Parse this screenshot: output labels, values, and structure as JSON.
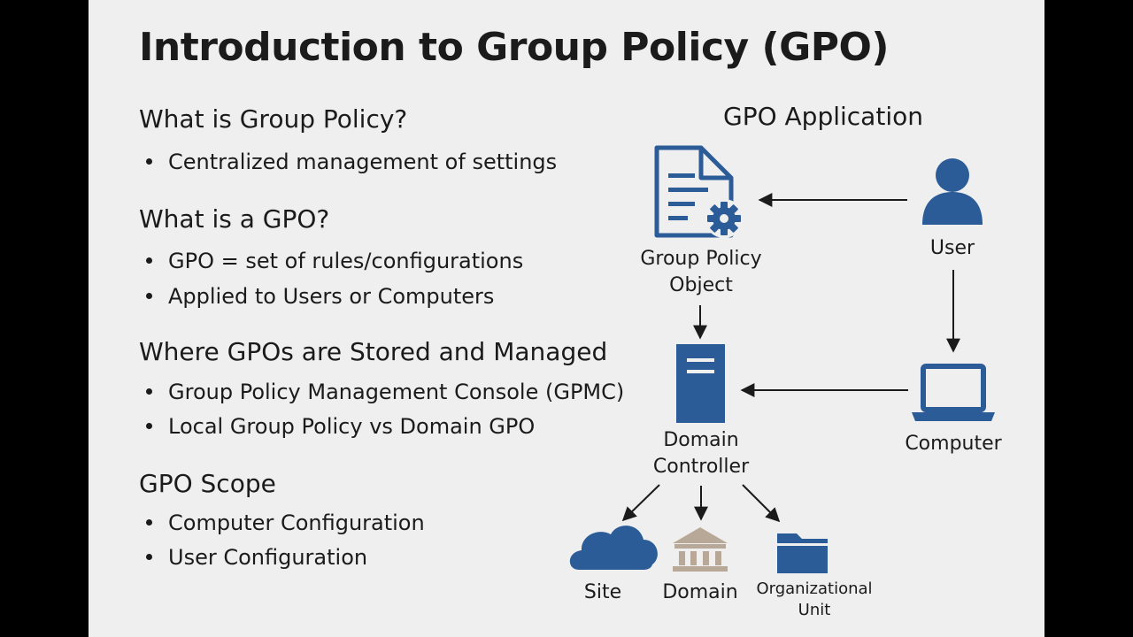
{
  "title": "Introduction to Group Policy (GPO)",
  "sections": [
    {
      "heading": "What is Group Policy?",
      "bullets": [
        "Centralized management of settings"
      ]
    },
    {
      "heading": "What is a GPO?",
      "bullets": [
        "GPO = set of rules/configurations",
        "Applied to Users or Computers"
      ]
    },
    {
      "heading": "Where GPOs are Stored and Managed",
      "bullets": [
        "Group Policy Management Console (GPMC)",
        "Local Group Policy vs Domain GPO"
      ]
    },
    {
      "heading": "GPO Scope",
      "bullets": [
        "Computer Configuration",
        "User Configuration"
      ]
    }
  ],
  "diagram": {
    "title": "GPO Application",
    "gpo_label_1": "Group Policy",
    "gpo_label_2": "Object",
    "user_label": "User",
    "computer_label": "Computer",
    "dc_label_1": "Domain",
    "dc_label_2": "Controller",
    "site_label": "Site",
    "domain_label": "Domain",
    "ou_label_1": "Organizational",
    "ou_label_2": "Unit",
    "icon_color": "#2c5c97",
    "building_color": "#b7a898"
  }
}
